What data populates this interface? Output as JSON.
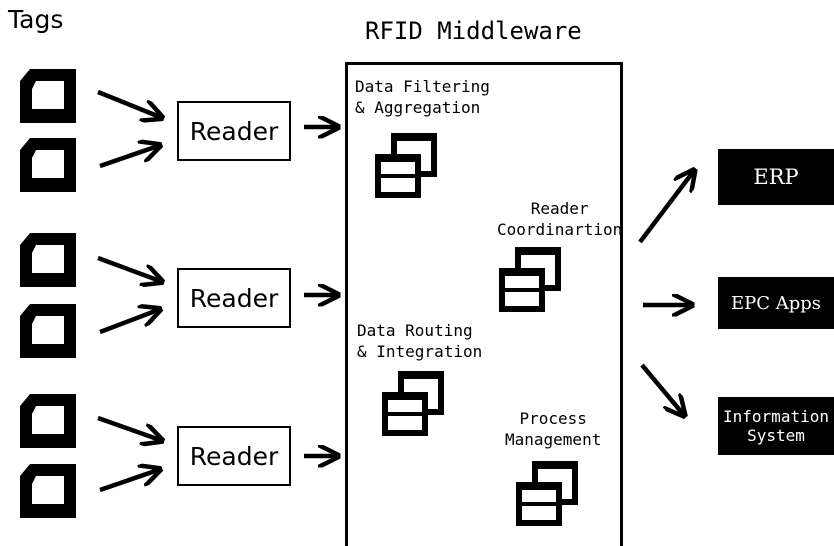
{
  "titles": {
    "tags": "Tags",
    "middleware": "RFID Middleware"
  },
  "readers": [
    {
      "label": "Reader"
    },
    {
      "label": "Reader"
    },
    {
      "label": "Reader"
    }
  ],
  "middleware_components": [
    {
      "lines": [
        "Data Filtering",
        "& Aggregation"
      ]
    },
    {
      "lines": [
        "Reader",
        "Coordinartion"
      ]
    },
    {
      "lines": [
        "Data Routing",
        "& Integration"
      ]
    },
    {
      "lines": [
        "Process",
        "Management"
      ]
    }
  ],
  "applications": [
    {
      "lines": [
        "ERP"
      ]
    },
    {
      "lines": [
        "EPC Apps"
      ]
    },
    {
      "lines": [
        "Information",
        "System"
      ]
    }
  ]
}
